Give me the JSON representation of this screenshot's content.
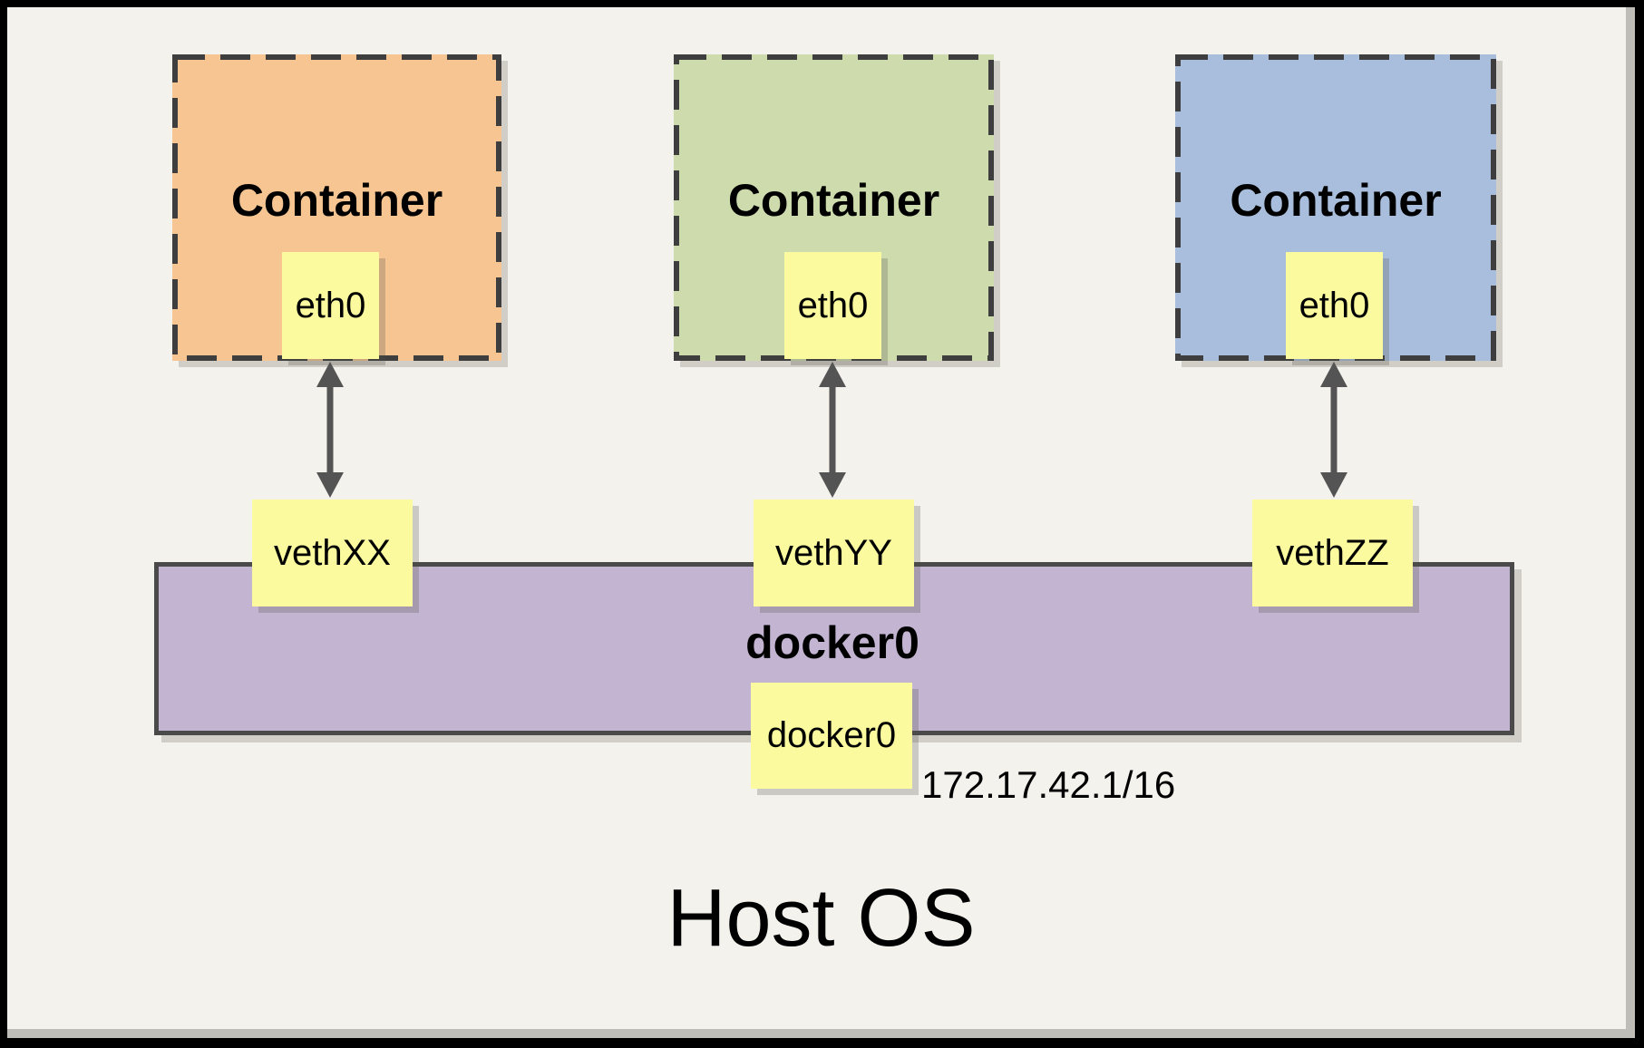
{
  "host": {
    "label": "Host OS"
  },
  "containers": [
    {
      "label": "Container",
      "interface": "eth0",
      "veth": "vethXX",
      "fill": "#F6C592"
    },
    {
      "label": "Container",
      "interface": "eth0",
      "veth": "vethYY",
      "fill": "#CEDBAC"
    },
    {
      "label": "Container",
      "interface": "eth0",
      "veth": "vethZZ",
      "fill": "#A9BEDC"
    }
  ],
  "bridge": {
    "label": "docker0",
    "interface": "docker0",
    "ip": "172.17.42.1/16",
    "fill": "#C3B4D1"
  },
  "colors": {
    "background": "#F4F2EC",
    "node_fill": "#FBFA9E",
    "dashed_border": "#3E3E3E",
    "bridge_border": "#4A4A4A",
    "arrow": "#545454",
    "outer_border": "#000000"
  }
}
